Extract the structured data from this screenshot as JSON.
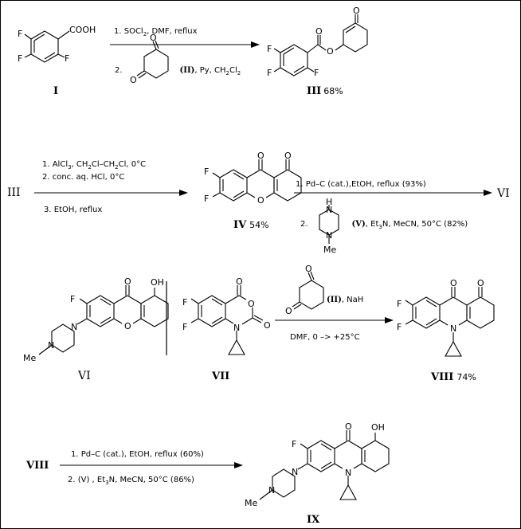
{
  "compounds": {
    "I": "I",
    "III": "III",
    "III_yield": "68%",
    "IV": "IV",
    "IV_yield": "54%",
    "VI": "VI",
    "VII": "VII",
    "VIII": "VIII",
    "VIII_yield": "74%",
    "IX": "IX"
  },
  "row_refs": {
    "start2": "III",
    "end2": "VI",
    "start4": "VIII"
  },
  "steps": {
    "s1": {
      "c1": "1. SOCl",
      "c1_sub": "2",
      "c1_rest": ",  DMF,  reflux",
      "c2_num": "2.",
      "c2_ref": "(II)",
      "c2_rest": ", Py, CH",
      "c2_sub1": "2",
      "c2_rest2": "Cl",
      "c2_sub2": "2"
    },
    "s2": {
      "c1": "1. AlCl",
      "c1_sub": "3",
      "c1_rest": ",   CH",
      "c1_s2": "2",
      "c1_r2": "Cl–CH",
      "c1_s3": "2",
      "c1_r3": "Cl,   0°C",
      "c2": "2. conc. aq. HCl, 0°C",
      "c3": "3. EtOH,    reflux"
    },
    "s3": {
      "c1": "1. Pd–C (cat.),EtOH, reflux (93%)",
      "c2_num": "2.",
      "c2_ref": "(V)",
      "c2_rest": ", Et",
      "c2_sub": "3",
      "c2_rest2": "N, MeCN,  50°C  (82%)"
    },
    "s4": {
      "c1_ref": "(II)",
      "c1_rest": ", NaH",
      "c2": "DMF,   0  –> +25°C"
    },
    "s5": {
      "c1": "1. Pd–C (cat.), EtOH, reflux (60%)",
      "c2": "2. (V) , Et",
      "c2_sub": "3",
      "c2_rest": "N, MeCN,  50°C (86%)"
    }
  },
  "atoms": {
    "F": "F",
    "O": "O",
    "N": "N",
    "H": "H",
    "Me": "Me",
    "COOH": "COOH",
    "OH": "OH"
  }
}
